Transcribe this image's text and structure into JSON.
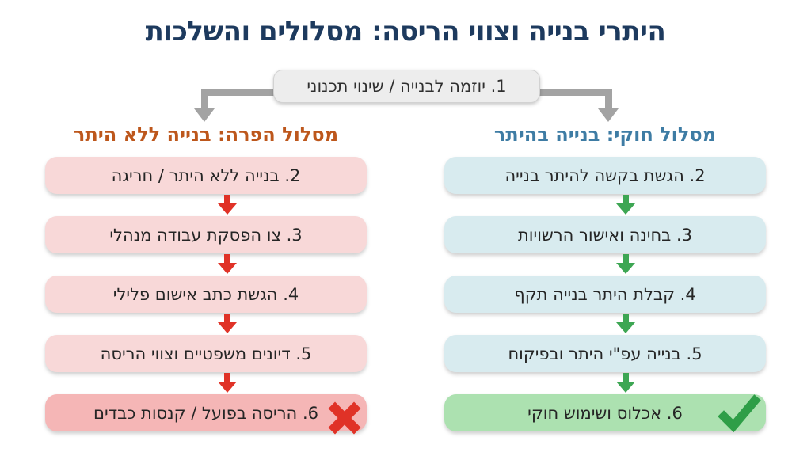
{
  "title": "היתרי בנייה וצווי הריסה: מסלולים והשלכות",
  "root_step": {
    "label": "1. יוזמה לבנייה / שינוי תכנוני"
  },
  "branches": {
    "violation": {
      "header": "מסלול הפרה: בנייה ללא היתר",
      "steps": [
        "2. בנייה ללא היתר / חריגה",
        "3. צו הפסקת עבודה מנהלי",
        "4. הגשת כתב אישום פלילי",
        "5. דיונים משפטיים וצווי הריסה",
        "6. הריסה בפועל / קנסות כבדים"
      ],
      "outcome_icon": "x-mark-icon"
    },
    "legal": {
      "header": "מסלול חוקי: בנייה בהיתר",
      "steps": [
        "2. הגשת בקשה להיתר בנייה",
        "3. בחינה ואישור הרשויות",
        "4. קבלת היתר בנייה תקף",
        "5. בנייה עפ\"י היתר ובפיקוח",
        "6. אכלוס ושימוש חוקי"
      ],
      "outcome_icon": "checkmark-icon"
    }
  },
  "colors": {
    "title": "#1d3a5e",
    "root_box": "#ededed",
    "connector_gray": "#a3a3a3",
    "violation_header": "#bd571c",
    "violation_box": "#f8d8d8",
    "violation_final_box": "#f5b6b6",
    "violation_arrow": "#e03227",
    "legal_header": "#3e7ca4",
    "legal_box": "#d8ebef",
    "legal_final_box": "#ace1b0",
    "legal_arrow": "#3da653"
  }
}
